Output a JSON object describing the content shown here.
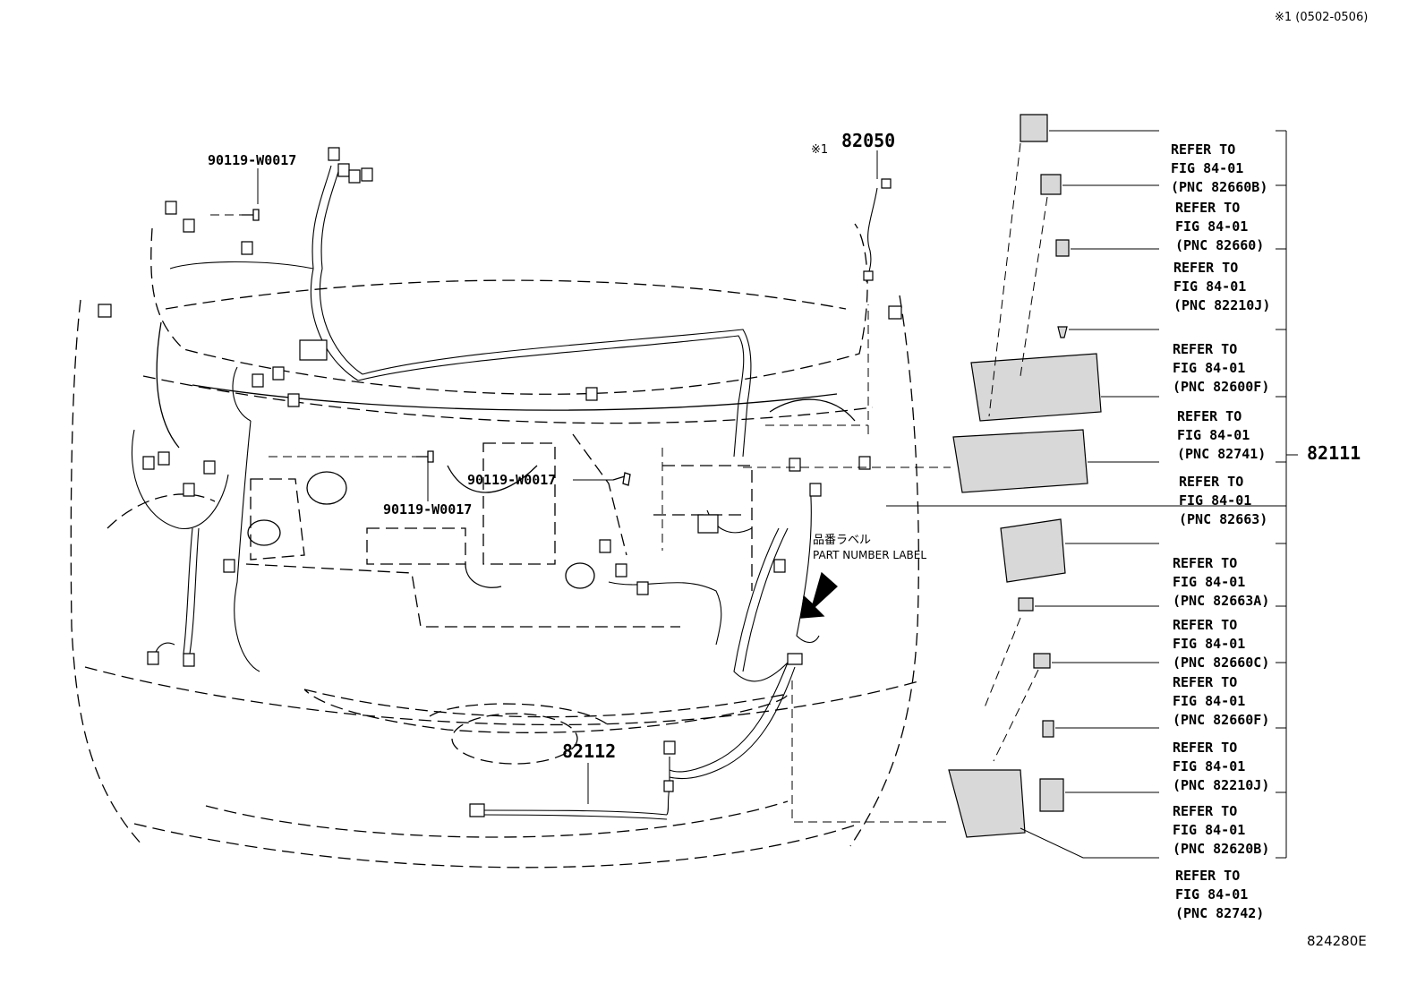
{
  "header": {
    "note": "※1 (0502-0506)"
  },
  "footer": {
    "figure_code": "824280E"
  },
  "callouts": {
    "bolt_1": "90119-W0017",
    "bolt_2": "90119-W0017",
    "bolt_3": "90119-W0017",
    "note_marker": "※1",
    "pnc_82050": "82050",
    "pnc_82112": "82112",
    "pnc_82111": "82111",
    "label_jp": "品番ラベル",
    "label_en": "PART NUMBER LABEL"
  },
  "refer_labels": [
    {
      "line1": "REFER TO",
      "line2": "FIG 84-01",
      "line3": "(PNC 82660B)"
    },
    {
      "line1": "REFER TO",
      "line2": "FIG 84-01",
      "line3": "(PNC 82660)"
    },
    {
      "line1": "REFER TO",
      "line2": "FIG 84-01",
      "line3": "(PNC 82210J)"
    },
    {
      "line1": "REFER TO",
      "line2": "FIG 84-01",
      "line3": "(PNC 82600F)"
    },
    {
      "line1": "REFER TO",
      "line2": "FIG 84-01",
      "line3": "(PNC 82741)"
    },
    {
      "line1": "REFER TO",
      "line2": "FIG 84-01",
      "line3": "(PNC 82663)"
    },
    {
      "line1": "REFER TO",
      "line2": "FIG 84-01",
      "line3": "(PNC 82663A)"
    },
    {
      "line1": "REFER TO",
      "line2": "FIG 84-01",
      "line3": "(PNC 82660C)"
    },
    {
      "line1": "REFER TO",
      "line2": "FIG 84-01",
      "line3": "(PNC 82660F)"
    },
    {
      "line1": "REFER TO",
      "line2": "FIG 84-01",
      "line3": "(PNC 82210J)"
    },
    {
      "line1": "REFER TO",
      "line2": "FIG 84-01",
      "line3": "(PNC 82620B)"
    },
    {
      "line1": "REFER TO",
      "line2": "FIG 84-01",
      "line3": "(PNC 82742)"
    }
  ]
}
